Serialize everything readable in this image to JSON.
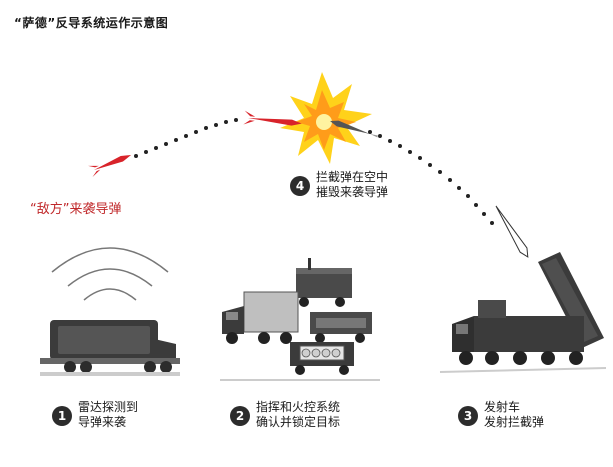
{
  "title": "“萨德”反导系统运作示意图",
  "enemy_missile_label": "“敌方”来袭导弹",
  "steps": [
    {
      "number": "1",
      "line1": "雷达探测到",
      "line2": "导弹来袭"
    },
    {
      "number": "2",
      "line1": "指挥和火控系统",
      "line2": "确认并锁定目标"
    },
    {
      "number": "3",
      "line1": "发射车",
      "line2": "发射拦截弹"
    },
    {
      "number": "4",
      "line1": "拦截弹在空中",
      "line2": "摧毁来袭导弹"
    }
  ],
  "colors": {
    "missile_red": "#d8232a",
    "explosion_yellow": "#ffd21a",
    "explosion_orange": "#ff9c1a",
    "vehicle_dark": "#3b3b3b",
    "step_circle": "#2c2c2c"
  }
}
